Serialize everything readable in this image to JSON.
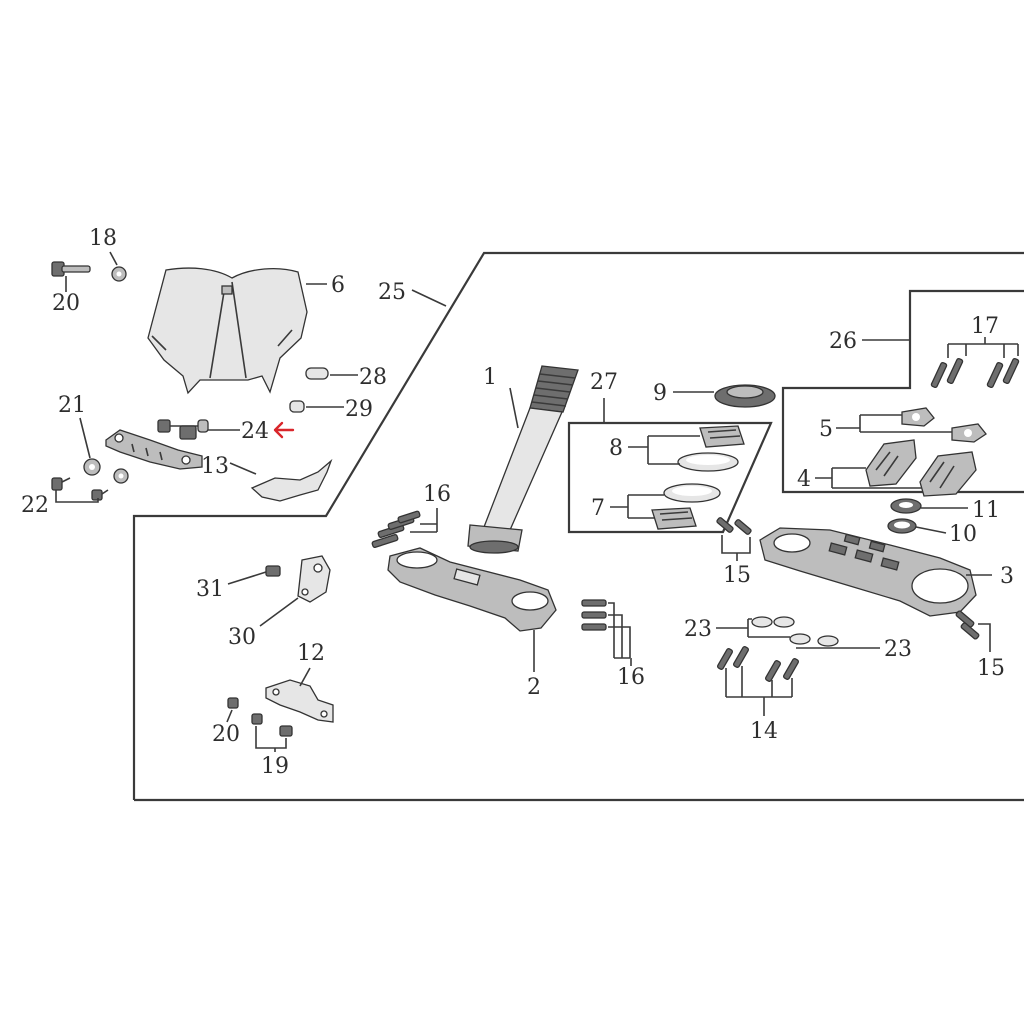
{
  "labels": [
    "18",
    "20",
    "6",
    "25",
    "28",
    "29",
    "24",
    "21",
    "13",
    "22",
    "1",
    "27",
    "9",
    "26",
    "17",
    "5",
    "8",
    "4",
    "7",
    "11",
    "10",
    "16",
    "15",
    "3",
    "31",
    "30",
    "12",
    "23",
    "23",
    "16",
    "2",
    "15",
    "20",
    "14",
    "19"
  ],
  "colors": {
    "line": "#3a3a3a",
    "part_light": "#e6e6e6",
    "part_mid": "#bdbdbd",
    "part_dark": "#6e6e6e",
    "highlight_arrow": "#d9262b"
  },
  "icons": {
    "highlight": "red-arrow-icon"
  }
}
